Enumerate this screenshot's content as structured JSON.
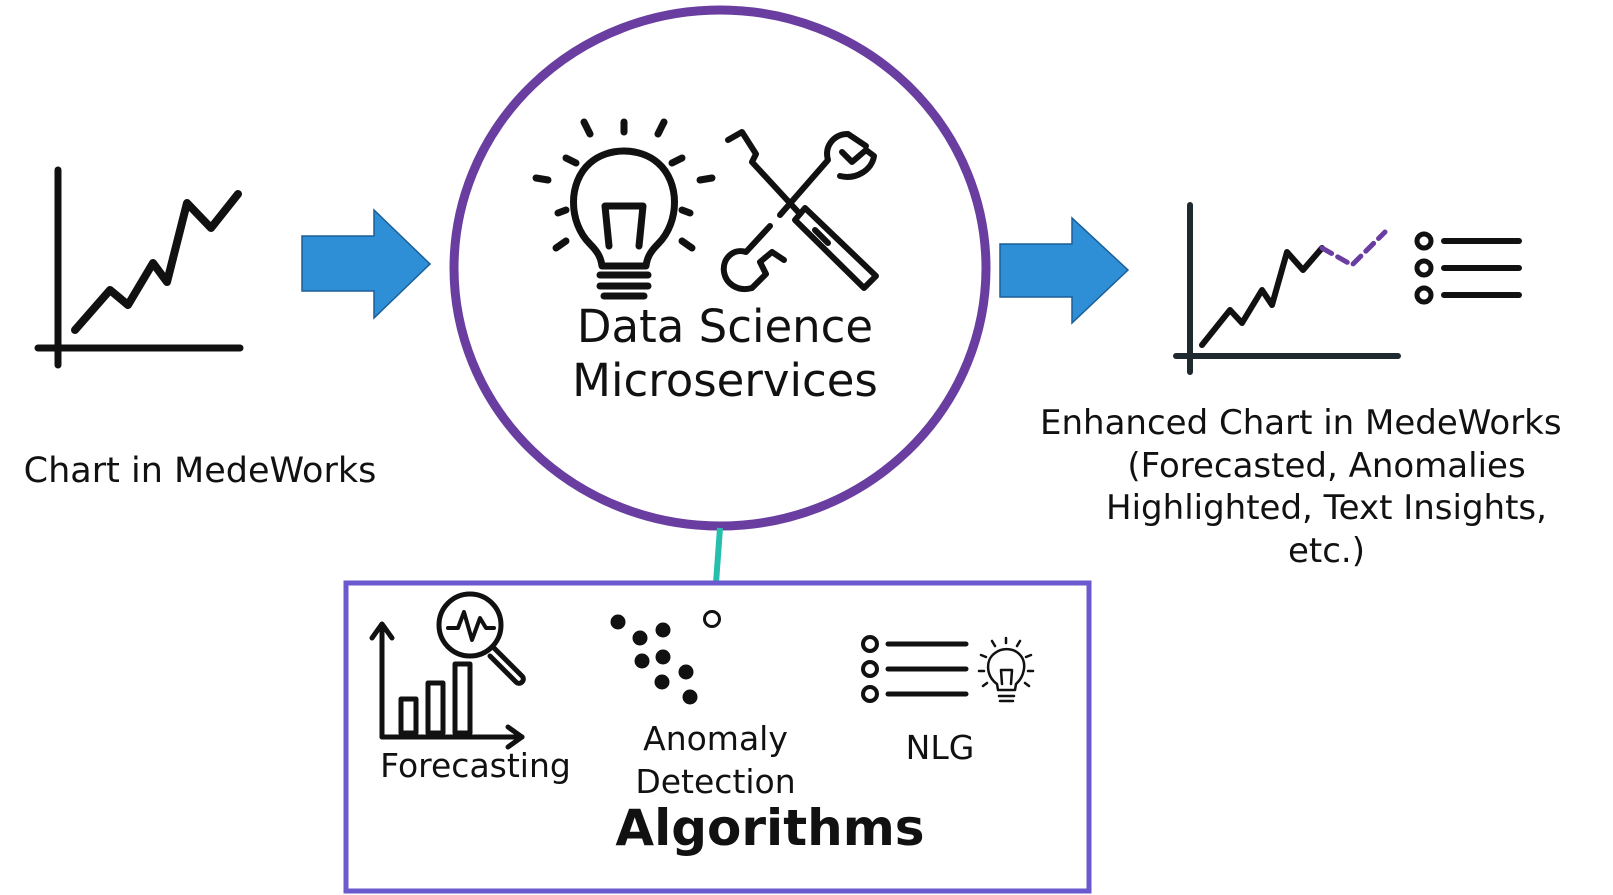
{
  "input": {
    "label": "Chart in MedeWorks"
  },
  "center": {
    "title_lines": [
      "Data Science",
      "Microservices"
    ]
  },
  "output": {
    "label_lines": [
      "Enhanced Chart in MedeWorks",
      "(Forecasted, Anomalies",
      "Highlighted, Text Insights,",
      "etc.)"
    ]
  },
  "algorithms": {
    "title": "Algorithms",
    "items": [
      {
        "name": "forecasting",
        "label_lines": [
          "Forecasting"
        ],
        "icon": "bar-chart-magnifier-icon"
      },
      {
        "name": "anomaly-detection",
        "label_lines": [
          "Anomaly",
          "Detection"
        ],
        "icon": "scatter-outlier-icon"
      },
      {
        "name": "nlg",
        "label_lines": [
          "NLG"
        ],
        "icon": "list-lightbulb-icon"
      }
    ]
  },
  "colors": {
    "arrow": "#2f8fd6",
    "circle": "#6a3da0",
    "algorithms_border": "#6a5acd",
    "connector": "#26bfae",
    "dashed_forecast": "#6a3da0",
    "icon": "#111111"
  }
}
